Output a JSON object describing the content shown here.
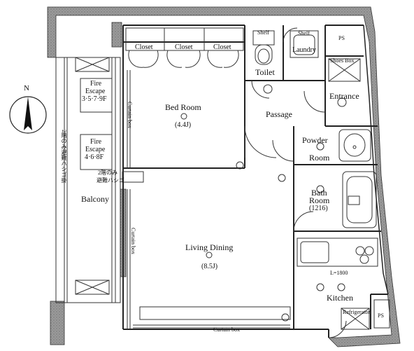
{
  "rooms": {
    "closet_1": "Closet",
    "closet_2": "Closet",
    "closet_3": "Closet",
    "shelf_toilet": "Shelf",
    "shelf_laundry": "Shelf",
    "laundry": "Laundry",
    "ps_top": "PS",
    "ps_bottom": "PS",
    "toilet": "Toilet",
    "shoes_box": "Shoes Box",
    "entrance": "Entrance",
    "passage": "Passage",
    "bed_room": "Bed Room",
    "bed_room_size": "(4.4J)",
    "powder_room_1": "Powder",
    "powder_room_2": "Room",
    "bath_room_1": "Bath",
    "bath_room_2": "Room",
    "bath_room_size": "(1216)",
    "living_dining": "Living Dining",
    "living_dining_size": "(8.5J)",
    "kitchen": "Kitchen",
    "kitchen_length": "L=1800",
    "refrigerator": "Refrigerator",
    "balcony": "Balcony",
    "fire_escape_a_1": "Fire",
    "fire_escape_a_2": "Escape",
    "fire_escape_a_3": "3·5·7·9F",
    "fire_escape_b_1": "Fire",
    "fire_escape_b_2": "Escape",
    "fire_escape_b_3": "4·6·8F",
    "ladder_note_1": "2階のみ",
    "ladder_note_2": "避難ハシゴ",
    "ladder_vertical": "2階のみ避難ハシゴ掛",
    "curtain_box_bottom": "Curtain box",
    "curtain_box_bed": "Curtain box",
    "curtain_box_living": "Curtain box"
  },
  "compass": {
    "north": "N"
  },
  "colors": {
    "wall": "#8a8a8a",
    "line": "#222222",
    "background": "#ffffff"
  }
}
